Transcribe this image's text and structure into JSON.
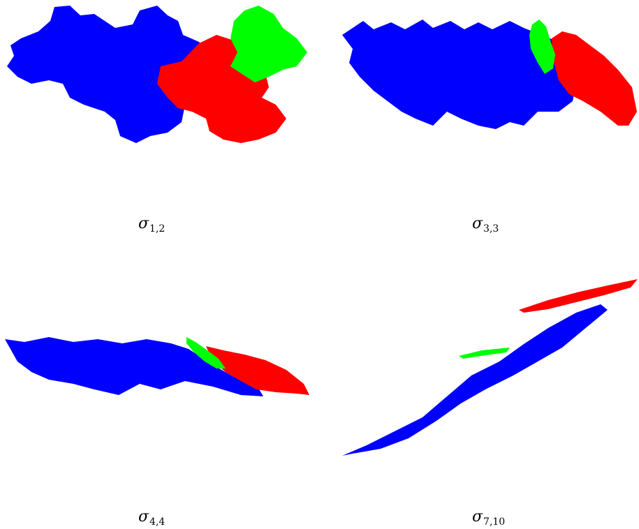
{
  "colors": {
    "part_a": "#0000ff",
    "part_b": "#ff0000",
    "part_c": "#00ff00",
    "background": "#ffffff"
  },
  "panels": [
    {
      "symbol": "σ",
      "subscript": "1,2"
    },
    {
      "symbol": "σ",
      "subscript": "3,3"
    },
    {
      "symbol": "σ",
      "subscript": "4,4"
    },
    {
      "symbol": "σ",
      "subscript": "7,10"
    }
  ]
}
